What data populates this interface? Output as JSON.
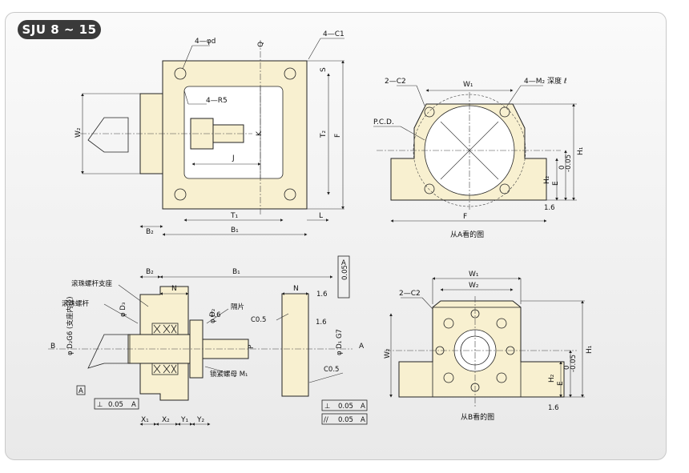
{
  "title": "SJU 8 ~ 15",
  "top_left": {
    "holes": "4—φd",
    "corner": "4—C1",
    "radius": "4—R5",
    "q": "Q",
    "s": "S",
    "k": "K",
    "j": "J",
    "t2": "T₂",
    "f": "F",
    "w2": "W₂",
    "t1": "T₁",
    "l": "L",
    "b2": "B₂",
    "b1": "B₁"
  },
  "top_right": {
    "c2": "2—C2",
    "w1": "W₁",
    "m2": "4—M₂ 深度 ℓ",
    "pcd": "P.C.D.",
    "h1": "H₁",
    "h2": "H₂",
    "e": "E",
    "tol": "0",
    "tol2": "-0.05",
    "f": "F",
    "roughness": "1.6",
    "caption": "从A看的图"
  },
  "bottom_left": {
    "b2": "B₂",
    "b1": "B₁",
    "support": "滚珠螺杆支座",
    "screw": "滚珠螺杆",
    "n1": "N",
    "n2": "N",
    "spacer": "隔片",
    "c05a": "C0.5",
    "c05b": "C0.5",
    "d3": "φ D₃",
    "d2": "φ D₂",
    "d2g6": "φ D₂G6 (支座内径)",
    "d1": "φ D₁ G7",
    "p": "P",
    "nut": "锁紧螺母 M₁",
    "view_b": "B",
    "view_a": "A",
    "datum_a": "A",
    "runout": "0.05",
    "runout_ref": "A",
    "perp1": "0.05",
    "perp1_ref": "A",
    "perp2": "0.05",
    "perp2_ref": "A",
    "par": "0.05",
    "par_ref": "A",
    "x1": "X₁",
    "x2": "X₂",
    "y1": "Y₁",
    "y2": "Y₂",
    "r16a": "1.6",
    "r16b": "1.6",
    "r16c": "1.6"
  },
  "bottom_right": {
    "w1": "W₁",
    "w2_top": "W₂",
    "c2": "2—C2",
    "w2_side": "W₂",
    "h1": "H₁",
    "h2": "H₂",
    "e": "E",
    "tol": "0",
    "tol2": "-0.05",
    "roughness": "1.6",
    "caption": "从B看的图"
  }
}
